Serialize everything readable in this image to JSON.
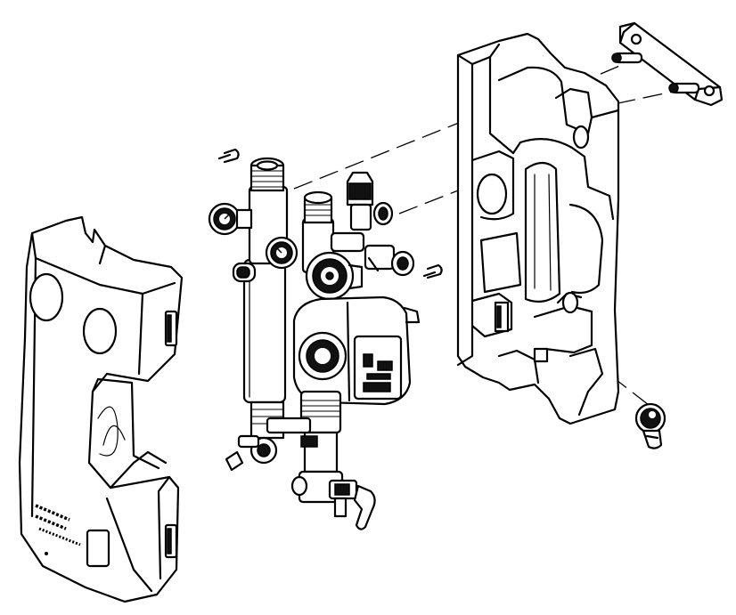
{
  "figure": {
    "kind": "exploded-assembly-drawing",
    "background": "#ffffff",
    "line_color": "#000000",
    "components": [
      {
        "id": "front-cover",
        "icon": "insulation-front-shell"
      },
      {
        "id": "pump-station",
        "icon": "pump-valve-assembly"
      },
      {
        "id": "rear-shell",
        "icon": "insulation-rear-shell"
      },
      {
        "id": "wall-bracket",
        "icon": "mounting-bracket-with-studs"
      },
      {
        "id": "plug",
        "icon": "sealing-plug"
      },
      {
        "id": "clips",
        "icon": "retaining-clip"
      }
    ]
  }
}
